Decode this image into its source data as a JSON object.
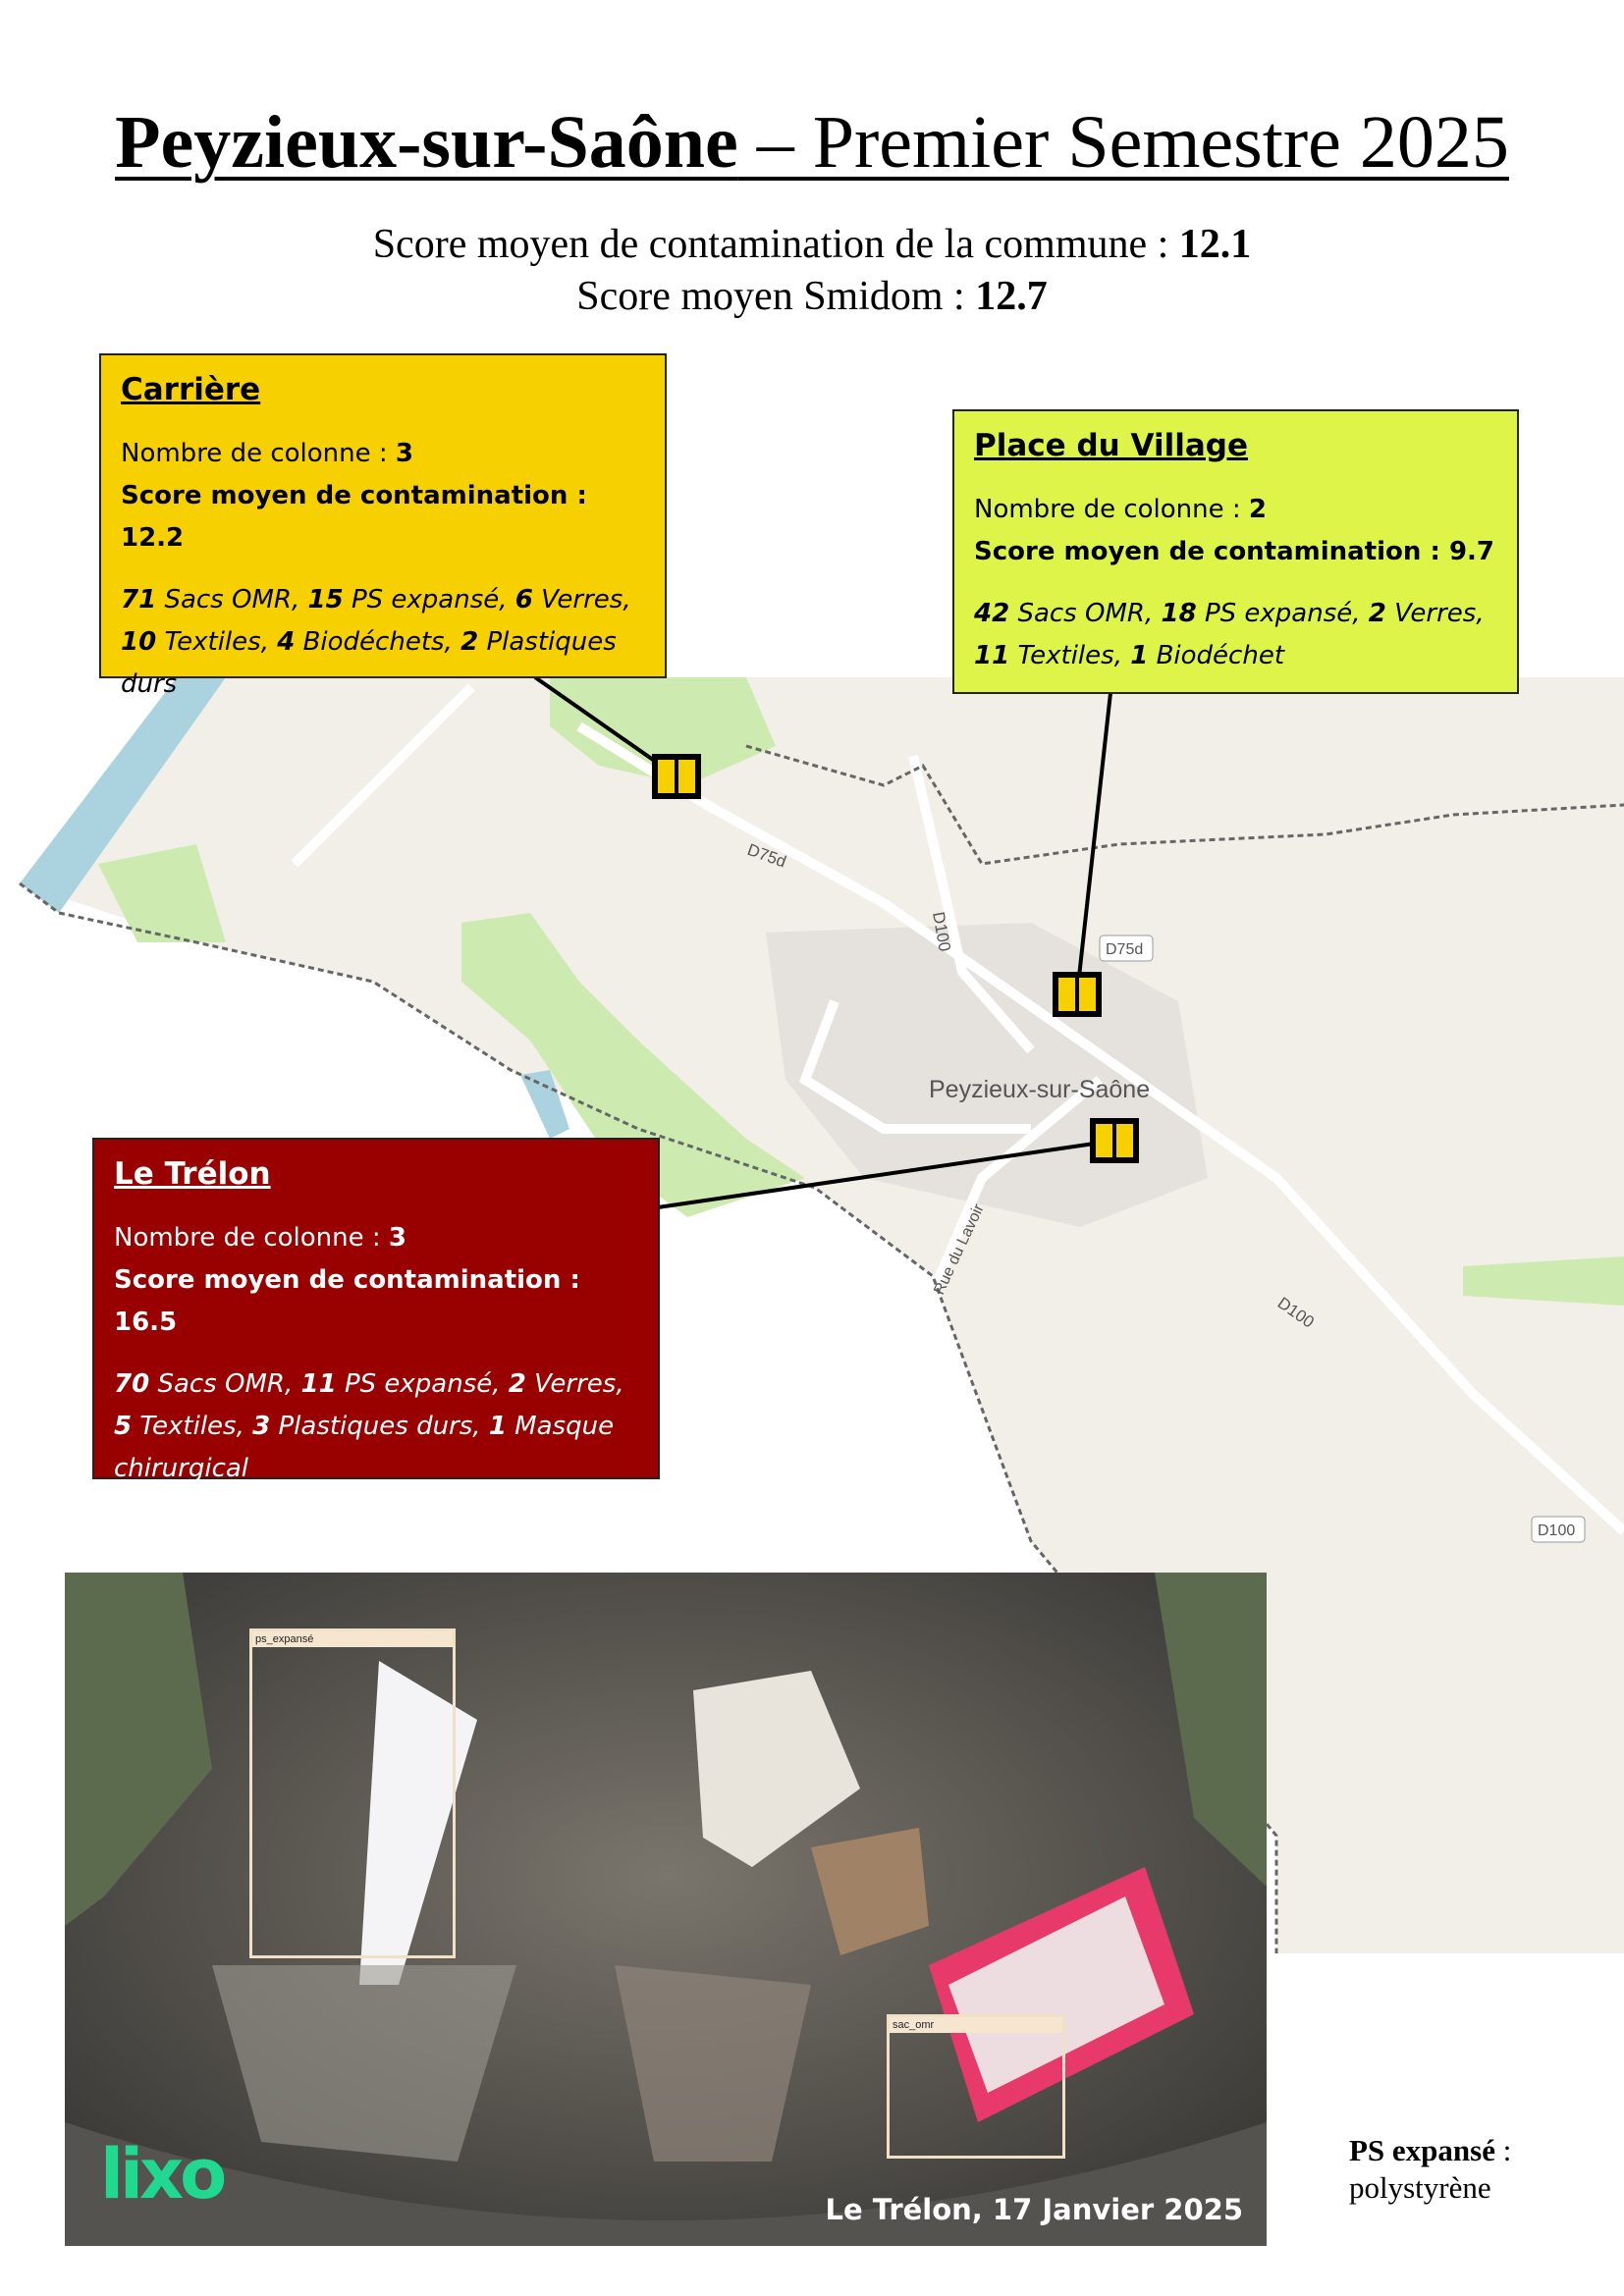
{
  "header": {
    "title_bold": "Peyzieux-sur-Saône",
    "title_rest": " – Premier Semestre 2025",
    "commune_score_label": "Score moyen de contamination de la commune : ",
    "commune_score": "12.1",
    "smidom_score_label": "Score moyen Smidom : ",
    "smidom_score": "12.7"
  },
  "sites": [
    {
      "name": "Carrière",
      "columns_label": "Nombre de colonne : ",
      "columns": "3",
      "score_label": "Score moyen de contamination : ",
      "score": "12.2",
      "items": [
        [
          "71",
          " Sacs OMR, "
        ],
        [
          "15",
          " PS expansé, "
        ],
        [
          "6",
          " Verres, "
        ],
        [
          "10",
          " Textiles, "
        ],
        [
          "4",
          " Biodéchets, "
        ],
        [
          "2",
          " Plastiques durs"
        ]
      ],
      "color": "#f7d000"
    },
    {
      "name": "Place du Village",
      "columns_label": "Nombre de colonne : ",
      "columns": "2",
      "score_label": "Score moyen de contamination : ",
      "score": "9.7",
      "items": [
        [
          "42",
          " Sacs OMR, "
        ],
        [
          "18",
          " PS expansé, "
        ],
        [
          "2",
          " Verres, "
        ],
        [
          "11",
          " Textiles, "
        ],
        [
          "1",
          " Biodéchet"
        ]
      ],
      "color": "#def448"
    },
    {
      "name": "Le Trélon",
      "columns_label": "Nombre de colonne : ",
      "columns": "3",
      "score_label": "Score moyen de contamination : ",
      "score": "16.5",
      "items": [
        [
          "70",
          " Sacs OMR, "
        ],
        [
          "11",
          " PS expansé, "
        ],
        [
          "2",
          " Verres, "
        ],
        [
          "5",
          " Textiles, "
        ],
        [
          "3",
          " Plastiques durs, "
        ],
        [
          "1",
          " Masque chirurgical"
        ]
      ],
      "color": "#990000"
    }
  ],
  "map": {
    "town_label": "Peyzieux-sur-Saône",
    "roads": [
      "D75d",
      "D100",
      "D75d",
      "Rue du Lavoir",
      "D100",
      "D100"
    ]
  },
  "photo": {
    "caption": "Le Trélon, 17 Janvier 2025",
    "logo": "lixo",
    "detections": [
      "ps_expansé",
      "sac_omr"
    ]
  },
  "note": {
    "term": "PS expansé",
    "sep": " :",
    "definition": "polystyrène"
  }
}
